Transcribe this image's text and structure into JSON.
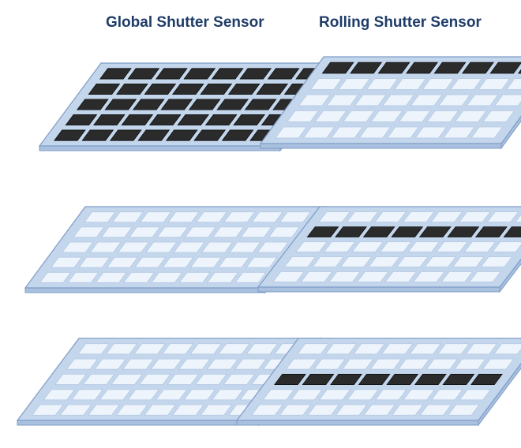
{
  "titles": {
    "global": "Global Shutter Sensor",
    "rolling": "Rolling Shutter Sensor"
  },
  "grid": {
    "rows": 5,
    "cols": 8
  },
  "colors": {
    "title": "#1f3c68",
    "plate": "#c3d6ec",
    "plate_edge": "#7f9cc6",
    "plate_side": "#a9c1df",
    "cell_empty": "#eef4fb",
    "cell_exposed": "#2b2b2b"
  },
  "sensors": [
    {
      "id": "global-1",
      "column": "global",
      "step": 1,
      "exposed_rows": [
        0,
        1,
        2,
        3,
        4
      ]
    },
    {
      "id": "rolling-1",
      "column": "rolling",
      "step": 1,
      "exposed_rows": [
        0
      ]
    },
    {
      "id": "global-2",
      "column": "global",
      "step": 2,
      "exposed_rows": []
    },
    {
      "id": "rolling-2",
      "column": "rolling",
      "step": 2,
      "exposed_rows": [
        1
      ]
    },
    {
      "id": "global-3",
      "column": "global",
      "step": 3,
      "exposed_rows": []
    },
    {
      "id": "rolling-3",
      "column": "rolling",
      "step": 3,
      "exposed_rows": [
        2
      ]
    }
  ]
}
